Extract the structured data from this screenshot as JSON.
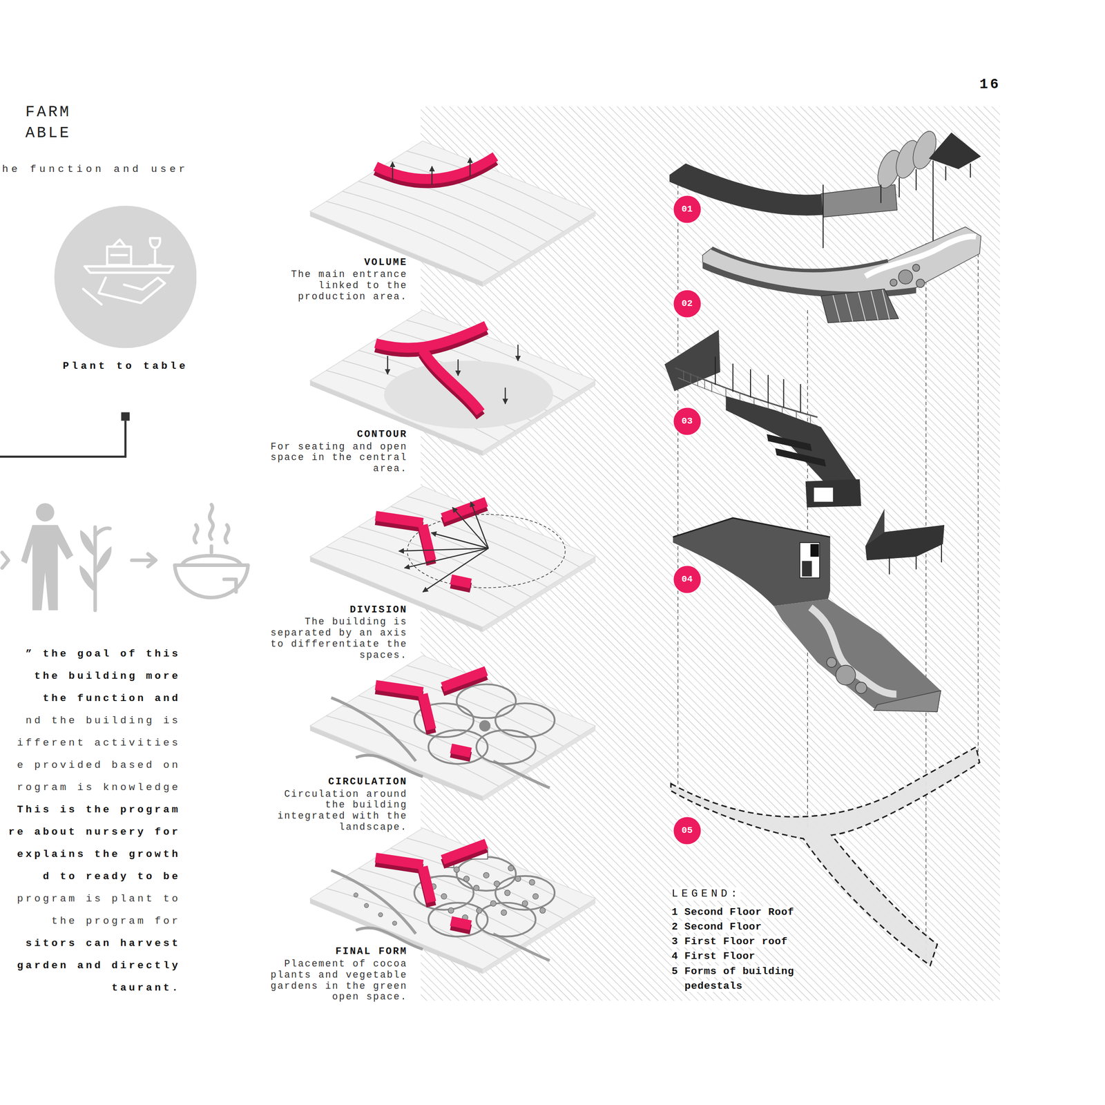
{
  "diagram": {
    "title": "FARM ABLE",
    "nodes": [
      {
        "text": [
          "Plant to table"
        ]
      },
      {
        "text": [
          "01"
        ]
      },
      {
        "text": [
          "02"
        ]
      },
      {
        "text": [
          "03"
        ]
      },
      {
        "text": [
          "04"
        ]
      },
      {
        "text": [
          "05"
        ]
      }
    ],
    "labels": [
      "he function and user",
      "16",
      "VOLUME",
      "The main entrance linked to the production area.",
      "CONTOUR",
      "For seating and open space in the central area.",
      "DIVISION",
      "The building is separated by an axis to differentiate the spaces.",
      "CIRCULATION",
      "Circulation around the building integrated with the landscape.",
      "FINAL FORM",
      "Placement of cocoa plants and vegetable gardens in the green open space.",
      "” the goal of this",
      "the building more",
      "the function and",
      "nd the building is",
      "ifferent activities",
      "e provided based on",
      "rogram is knowledge",
      "This is the program",
      "re about nursery for",
      "explains the growth",
      "d to ready to be",
      "program is plant to",
      "the program for",
      "sitors can harvest",
      "garden and directly",
      "taurant.",
      "LEGEND:"
    ],
    "legend": [
      {
        "text": "1 Second Floor Roof"
      },
      {
        "text": "2 Second Floor"
      },
      {
        "text": "3 First Floor roof"
      },
      {
        "text": "4 First Floor"
      },
      {
        "text": "5 Forms of building pedestals"
      }
    ]
  }
}
